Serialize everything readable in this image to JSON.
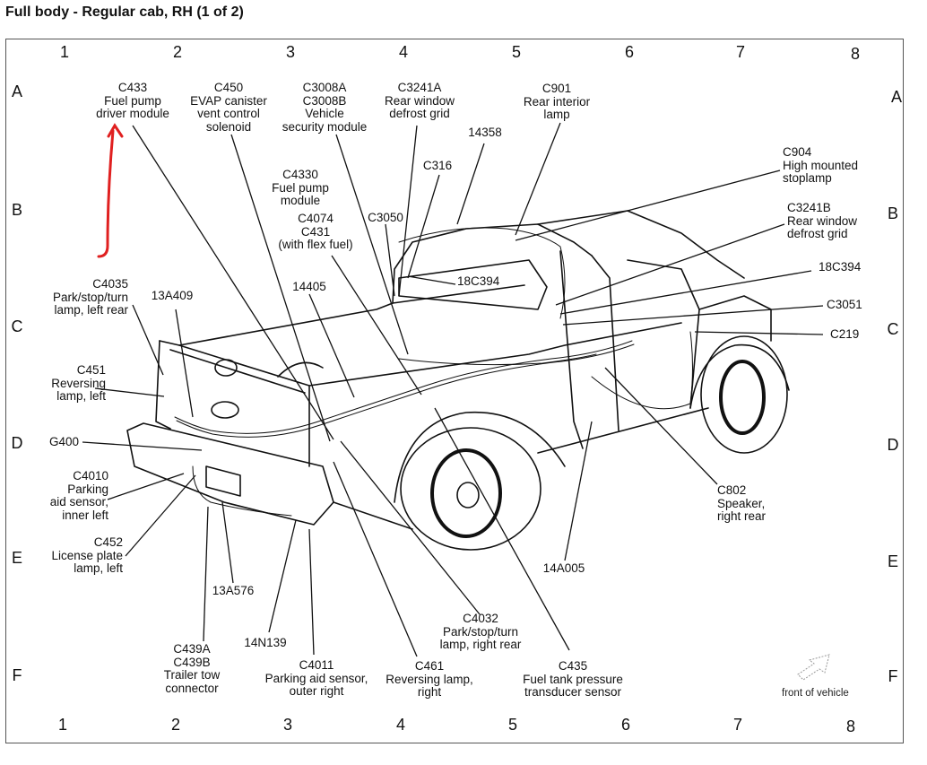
{
  "title": "Full body - Regular cab, RH (1 of 2)",
  "grid": {
    "columns": [
      "1",
      "2",
      "3",
      "4",
      "5",
      "6",
      "7",
      "8"
    ],
    "rows": [
      "A",
      "B",
      "C",
      "D",
      "E",
      "F"
    ]
  },
  "annotation": {
    "color": "#e02020",
    "shape": "red-hand-drawn-arrow",
    "points_to": "C433"
  },
  "callouts": [
    {
      "id": "c433",
      "lines": [
        "C433",
        "Fuel pump",
        "driver module"
      ]
    },
    {
      "id": "c450",
      "lines": [
        "C450",
        "EVAP canister",
        "vent control",
        "solenoid"
      ]
    },
    {
      "id": "c3008",
      "lines": [
        "C3008A",
        "C3008B",
        "Vehicle",
        "security module"
      ]
    },
    {
      "id": "c3241a",
      "lines": [
        "C3241A",
        "Rear window",
        "defrost grid"
      ]
    },
    {
      "id": "c901",
      "lines": [
        "C901",
        "Rear interior",
        "lamp"
      ]
    },
    {
      "id": "p14358",
      "lines": [
        "14358"
      ]
    },
    {
      "id": "c316",
      "lines": [
        "C316"
      ]
    },
    {
      "id": "c904",
      "lines": [
        "C904",
        "High mounted",
        "stoplamp"
      ]
    },
    {
      "id": "c4330",
      "lines": [
        "C4330",
        "Fuel pump",
        "module"
      ]
    },
    {
      "id": "c4074",
      "lines": [
        "C4074",
        "C431",
        "(with flex fuel)"
      ]
    },
    {
      "id": "c3050",
      "lines": [
        "C3050"
      ]
    },
    {
      "id": "c3241b",
      "lines": [
        "C3241B",
        "Rear window",
        "defrost grid"
      ]
    },
    {
      "id": "p18c394a",
      "lines": [
        "18C394"
      ]
    },
    {
      "id": "p18c394b",
      "lines": [
        "18C394"
      ]
    },
    {
      "id": "c4035",
      "lines": [
        "C4035",
        "Park/stop/turn",
        "lamp, left rear"
      ]
    },
    {
      "id": "p13a409",
      "lines": [
        "13A409"
      ]
    },
    {
      "id": "p14405",
      "lines": [
        "14405"
      ]
    },
    {
      "id": "c3051",
      "lines": [
        "C3051"
      ]
    },
    {
      "id": "c219",
      "lines": [
        "C219"
      ]
    },
    {
      "id": "c451",
      "lines": [
        "C451",
        "Reversing",
        "lamp, left"
      ]
    },
    {
      "id": "g400",
      "lines": [
        "G400"
      ]
    },
    {
      "id": "c4010",
      "lines": [
        "C4010",
        "Parking",
        "aid sensor,",
        "inner left"
      ]
    },
    {
      "id": "c802",
      "lines": [
        "C802",
        "Speaker,",
        "right rear"
      ]
    },
    {
      "id": "c452",
      "lines": [
        "C452",
        "License plate",
        "lamp, left"
      ]
    },
    {
      "id": "p14a005",
      "lines": [
        "14A005"
      ]
    },
    {
      "id": "p13a576",
      "lines": [
        "13A576"
      ]
    },
    {
      "id": "c4032",
      "lines": [
        "C4032",
        "Park/stop/turn",
        "lamp, right rear"
      ]
    },
    {
      "id": "p14n139",
      "lines": [
        "14N139"
      ]
    },
    {
      "id": "c439",
      "lines": [
        "C439A",
        "C439B",
        "Trailer tow",
        "connector"
      ]
    },
    {
      "id": "c4011",
      "lines": [
        "C4011",
        "Parking aid sensor,",
        "outer right"
      ]
    },
    {
      "id": "c461",
      "lines": [
        "C461",
        "Reversing lamp,",
        "right"
      ]
    },
    {
      "id": "c435",
      "lines": [
        "C435",
        "Fuel tank pressure",
        "transducer sensor"
      ]
    }
  ],
  "front_indicator": {
    "label": "front of vehicle",
    "icon": "arrow-up-right-icon"
  }
}
